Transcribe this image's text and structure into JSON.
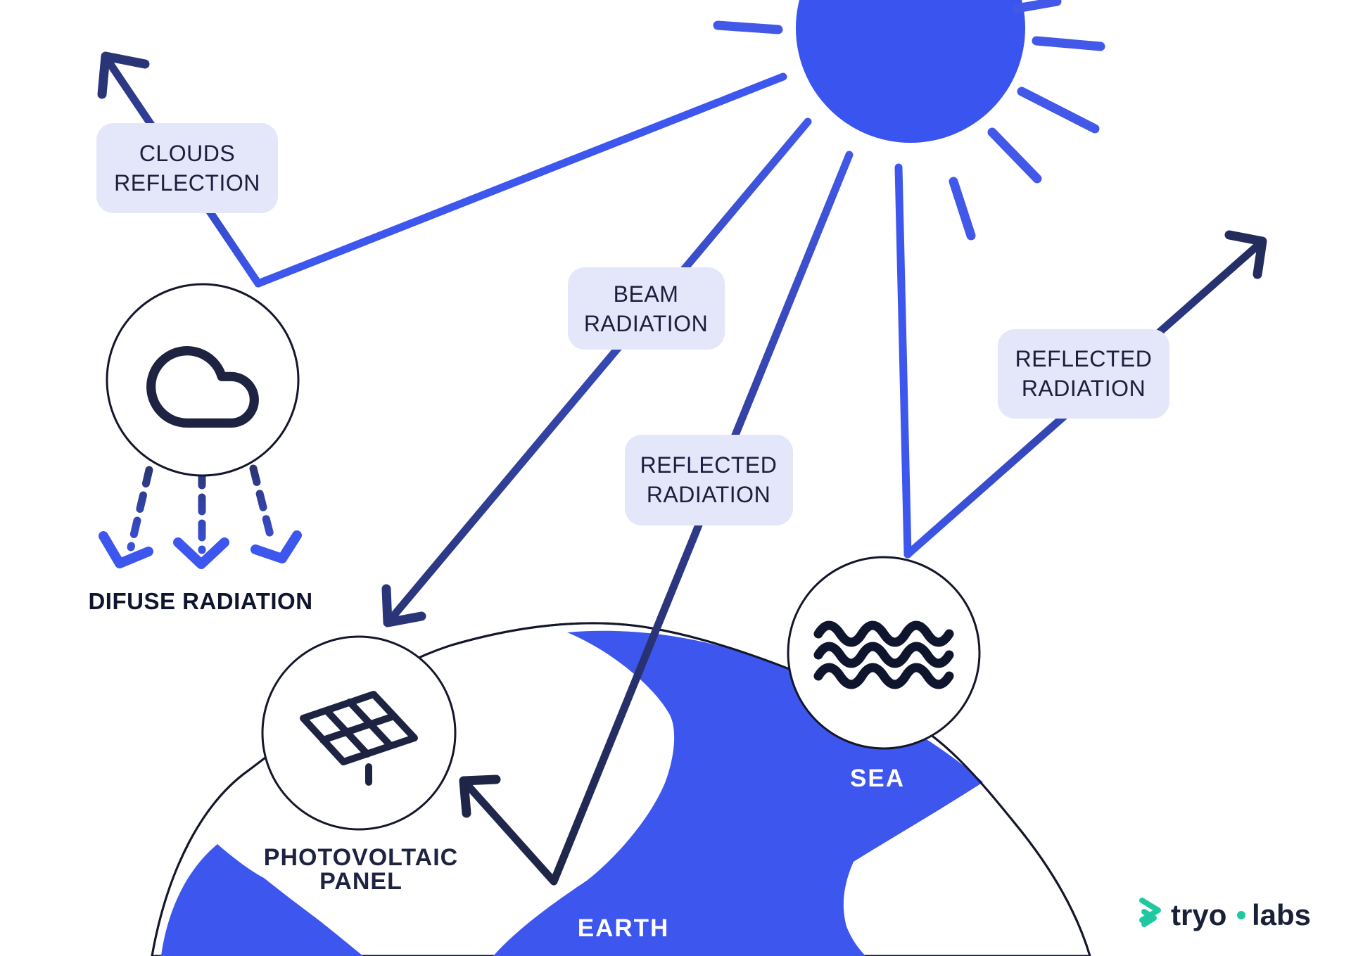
{
  "colors": {
    "main_blue": "#3D56EE",
    "sun_blue": "#3A55EF",
    "ray_blue": "#4158E8",
    "arrow_navy": "#2A3578",
    "deep_navy": "#1E2546",
    "mid_navy": "#2F3A8C",
    "sea_navy": "#232C5C",
    "diffuse_navy": "#2A346E",
    "icon_navy": "#1E2342",
    "text_dark": "#1A1F3C",
    "caption_dark": "#10152E",
    "box_bg": "#E4E7FA",
    "circle_outline": "#14172B",
    "white": "#FFFFFF",
    "teal": "#1FC8A0",
    "logo_text": "#1A2038"
  },
  "labels": {
    "clouds_reflection": {
      "line1": "CLOUDS",
      "line2": "REFLECTION"
    },
    "beam_radiation": {
      "line1": "BEAM",
      "line2": "RADIATION"
    },
    "reflected_radiation_center": {
      "line1": "REFLECTED",
      "line2": "RADIATION"
    },
    "reflected_radiation_right": {
      "line1": "REFLECTED",
      "line2": "RADIATION"
    },
    "difuse_radiation": "DIFUSE RADIATION",
    "photovoltaic_panel": {
      "line1": "PHOTOVOLTAIC",
      "line2": "PANEL"
    },
    "earth": "EARTH",
    "sea": "SEA"
  },
  "icons": {
    "sun": "sun-icon",
    "cloud": "cloud-icon",
    "solar_panel": "solar-panel-icon",
    "sea_waves": "sea-waves-icon"
  },
  "logo": {
    "brand_left": "tryo",
    "brand_right": "labs"
  }
}
